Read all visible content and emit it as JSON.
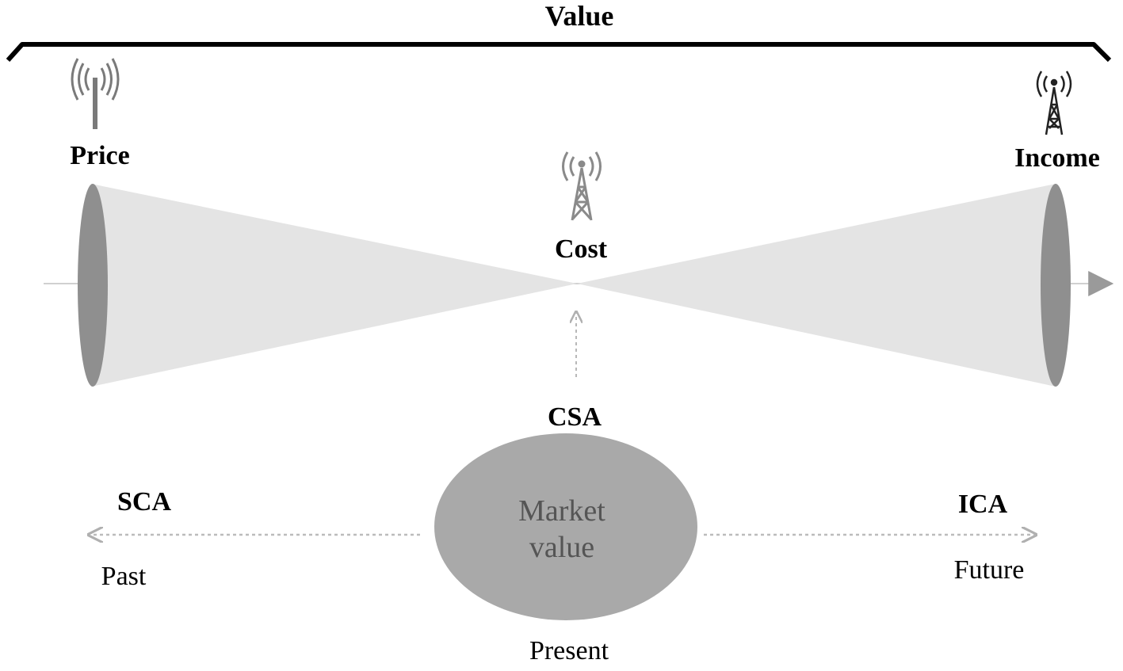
{
  "diagram": {
    "top_label": "Value",
    "nodes": {
      "price": "Price",
      "income": "Income",
      "cost": "Cost",
      "csa": "CSA",
      "sca": "SCA",
      "ica": "ICA",
      "market_value_line1": "Market",
      "market_value_line2": "value"
    },
    "time_labels": {
      "past": "Past",
      "present": "Present",
      "future": "Future"
    },
    "icons": [
      "antenna-icon",
      "tower-icon"
    ],
    "colors": {
      "cone_fill": "#e4e4e4",
      "cone_cap": "#8f8f8f",
      "ellipse_fill": "#a9a9a9",
      "icon_gray": "#7a7a7a",
      "arrow_gray": "#b8b8b8",
      "bracket": "#000000"
    }
  }
}
